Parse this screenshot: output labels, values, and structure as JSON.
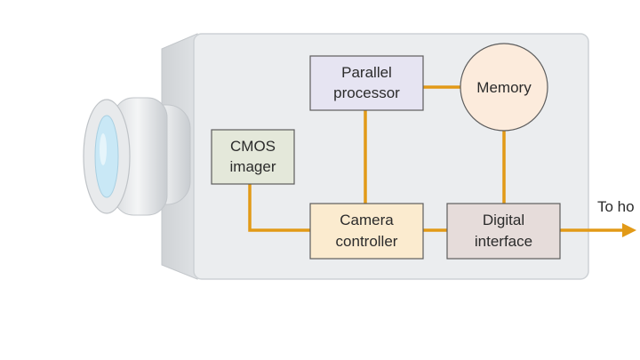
{
  "diagram": {
    "blocks": {
      "cmos": {
        "line1": "CMOS",
        "line2": "imager"
      },
      "parallel": {
        "line1": "Parallel",
        "line2": "processor"
      },
      "memory": {
        "label": "Memory"
      },
      "controller": {
        "line1": "Camera",
        "line2": "controller"
      },
      "digital": {
        "line1": "Digital",
        "line2": "interface"
      }
    },
    "output_label": "To ho"
  },
  "colors": {
    "housing": "#ebedef",
    "housing_side": "#d6d9dc",
    "connector": "#e29a17",
    "cmos_fill": "#e4e8da",
    "parallel_fill": "#e6e4f2",
    "memory_fill": "#fcebdc",
    "controller_fill": "#fbebcf",
    "digital_fill": "#e6dcda",
    "lens_glass": "#c9e8f6"
  }
}
